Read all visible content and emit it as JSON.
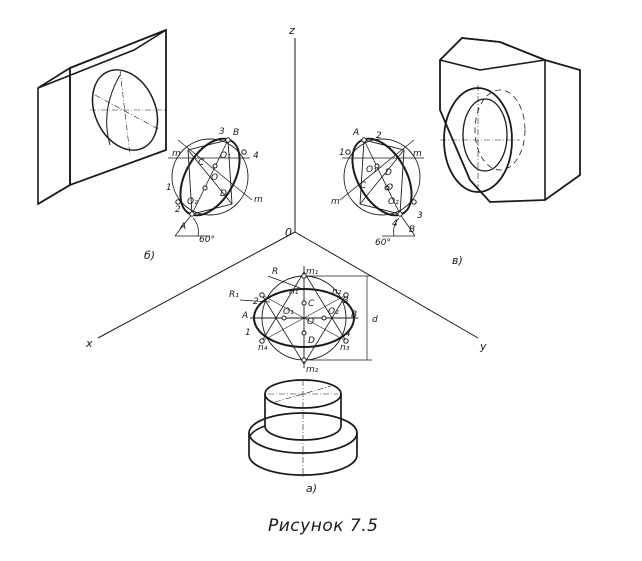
{
  "axes": {
    "z": "z",
    "x": "x",
    "y": "y",
    "origin": "0"
  },
  "views": {
    "a": {
      "tag": "а)",
      "labels": {
        "R": "R",
        "R1": "R₁",
        "m1": "m₁",
        "m2": "m₂",
        "n1": "n₁",
        "n2": "n₂",
        "n3": "n₃",
        "n4": "n₄",
        "C": "C",
        "D": "D",
        "O": "O",
        "O1": "O₁",
        "O2": "O₂",
        "A": "A",
        "B": "B",
        "d": "d",
        "one": "1",
        "two": "2",
        "three": "3",
        "four": "4"
      }
    },
    "b": {
      "tag": "б)",
      "labels": {
        "A": "A",
        "B": "B",
        "C": "C",
        "D": "D",
        "O": "O",
        "O1": "O₁",
        "O2": "O₂",
        "m": "m",
        "one": "1",
        "two": "2",
        "three": "3",
        "four": "4",
        "angle": "60°"
      }
    },
    "c": {
      "tag": "в)",
      "labels": {
        "A": "A",
        "B": "B",
        "C": "C",
        "D": "D",
        "O": "O",
        "O1": "O₁",
        "O2": "O₂",
        "m": "m",
        "one": "1",
        "two": "2",
        "three": "3",
        "four": "4",
        "angle": "60°"
      }
    }
  },
  "caption": "Рисунок 7.5"
}
